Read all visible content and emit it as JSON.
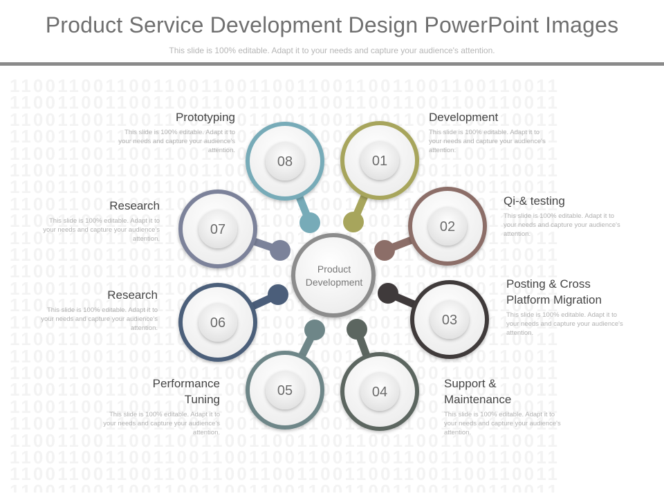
{
  "slide": {
    "title": "Product Service Development Design PowerPoint Images",
    "subtitle": "This slide is 100% editable. Adapt it to your needs and capture your audience's attention.",
    "background_pattern": "1100110011001100110011001100110011001100110011"
  },
  "diagram": {
    "center": {
      "line1": "Product",
      "line2": "Development"
    },
    "steps": [
      {
        "number": "01",
        "title": "Development",
        "desc": "This slide is 100% editable. Adapt it to your needs and capture your audience's attention.",
        "color": "#a7a55c"
      },
      {
        "number": "02",
        "title": "Qi-& testing",
        "desc": "This slide is 100% editable. Adapt it to your needs and capture your audience's attention.",
        "color": "#8c6e68"
      },
      {
        "number": "03",
        "title": "Posting & Cross Platform Migration",
        "desc": "This slide is 100% editable. Adapt it to your needs and capture your audience's attention.",
        "color": "#3f3a3b"
      },
      {
        "number": "04",
        "title": "Support & Maintenance",
        "desc": "This slide is 100% editable. Adapt it to your needs and capture your audience's attention.",
        "color": "#5c6660"
      },
      {
        "number": "05",
        "title": "Performance Tuning",
        "desc": "This slide is 100% editable. Adapt it to your needs and capture your audience's attention.",
        "color": "#6e8688"
      },
      {
        "number": "06",
        "title": "Research",
        "desc": "This slide is 100% editable. Adapt it to your needs and capture your audience's attention.",
        "color": "#4b5e7a"
      },
      {
        "number": "07",
        "title": "Research",
        "desc": "This slide is 100% editable. Adapt it to your needs and capture your audience's attention.",
        "color": "#7b829a"
      },
      {
        "number": "08",
        "title": "Prototyping",
        "desc": "This slide is 100% editable. Adapt it to your needs and capture your audience's attention.",
        "color": "#77abb8"
      }
    ]
  }
}
